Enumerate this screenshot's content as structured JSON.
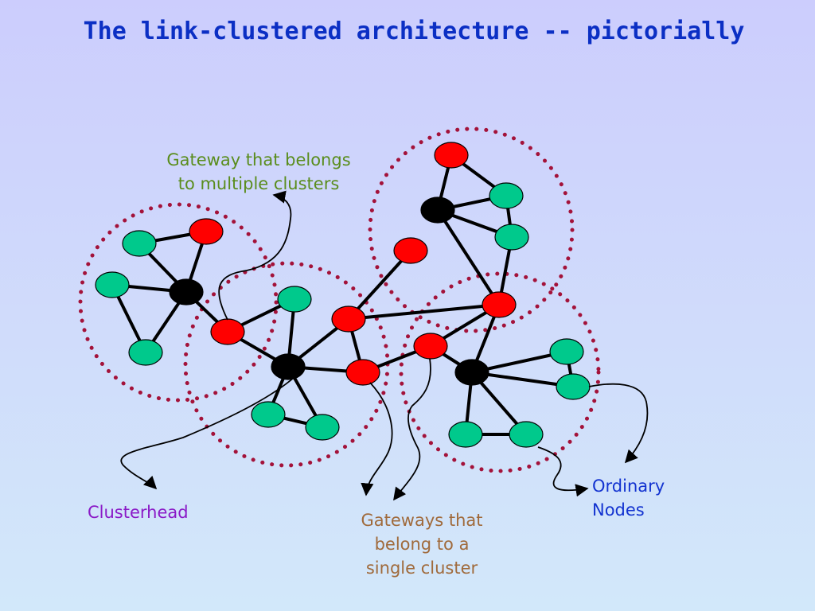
{
  "title": "The link-clustered architecture -- pictorially",
  "labels": {
    "gateway_multi": [
      "Gateway that belongs",
      "to multiple clusters"
    ],
    "clusterhead": "Clusterhead",
    "gateway_single": [
      "Gateways that",
      "belong to a",
      "single cluster"
    ],
    "ordinary": [
      "Ordinary",
      "Nodes"
    ]
  },
  "colors": {
    "background_top": "#cccdfd",
    "background_bottom": "#d2e8fa",
    "title": "#0b2fc4",
    "cluster_boundary": "#a3123a",
    "clusterhead_node": "#000000",
    "gateway_node": "#ff0000",
    "ordinary_node": "#00c98c",
    "link": "#000000"
  },
  "legend_items": [
    {
      "node_type": "gateway-multi",
      "label_ref": "gateway_multi"
    },
    {
      "node_type": "clusterhead",
      "label_ref": "clusterhead"
    },
    {
      "node_type": "gateway-single",
      "label_ref": "gateway_single"
    },
    {
      "node_type": "ordinary",
      "label_ref": "ordinary"
    }
  ]
}
